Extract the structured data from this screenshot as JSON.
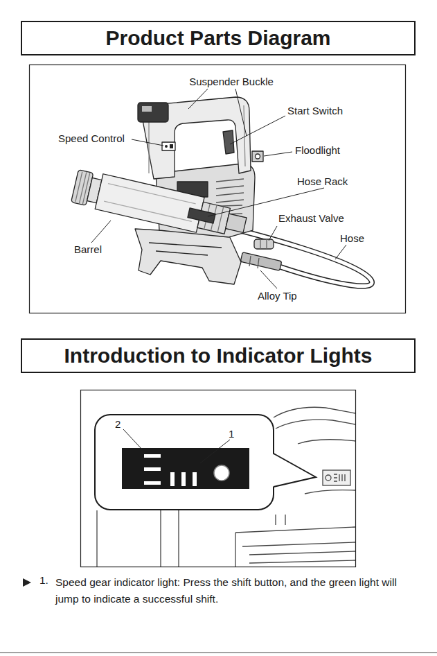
{
  "diagram": {
    "nodes": [
      {
        "text": [
          "Product Parts Diagram"
        ]
      },
      {
        "text": [
          "Introduction to Indicator Lights"
        ]
      }
    ],
    "labels": [
      "Suspender Buckle",
      "Start Switch",
      "Speed Control",
      "Floodlight",
      "Hose Rack",
      "Exhaust Valve",
      "Hose",
      "Barrel",
      "Alloy Tip",
      "2",
      "1",
      "1.",
      "Speed gear indicator light: Press the shift button, and the green light will jump to indicate a successful shift."
    ]
  }
}
